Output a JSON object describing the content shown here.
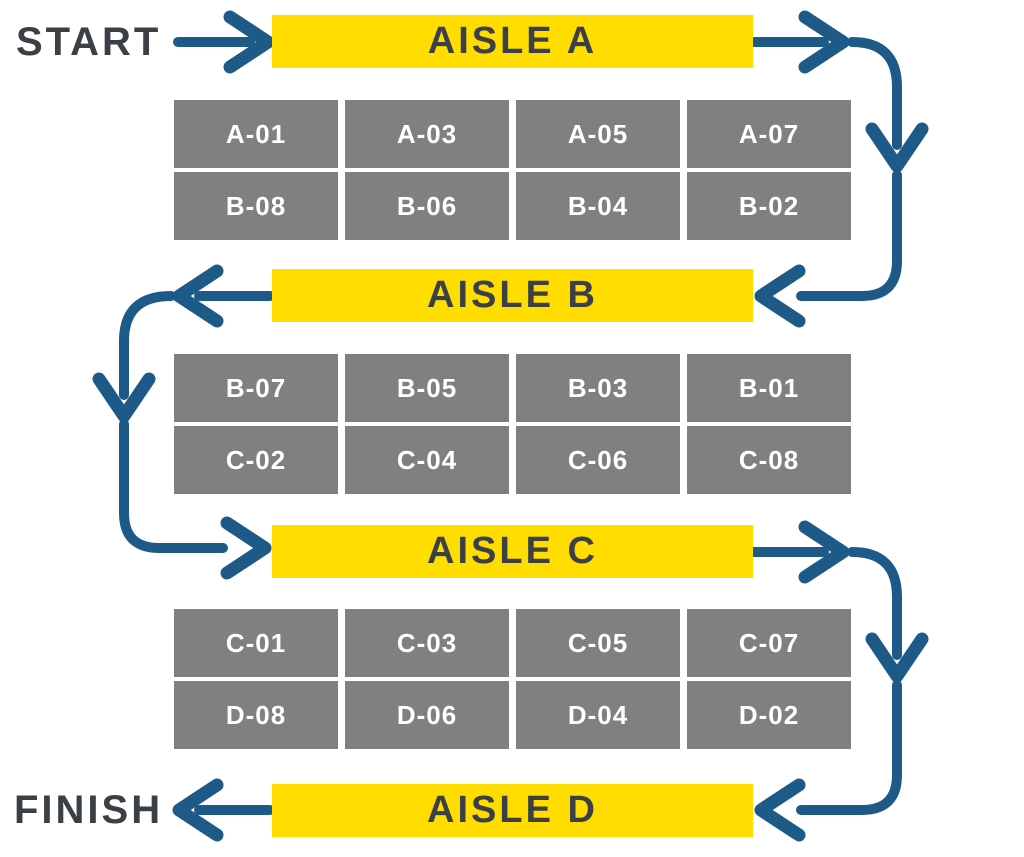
{
  "labels": {
    "start": "START",
    "finish": "FINISH"
  },
  "colors": {
    "accent_yellow": "#FFDD00",
    "arrow_blue": "#1E5A87",
    "shelf_gray": "#808080",
    "text_dark": "#3B4046",
    "shelf_text": "#FFFFFF",
    "page_bg": "#FFFFFF"
  },
  "aisles": [
    {
      "id": "A",
      "label": "AISLE A"
    },
    {
      "id": "B",
      "label": "AISLE B"
    },
    {
      "id": "C",
      "label": "AISLE C"
    },
    {
      "id": "D",
      "label": "AISLE D"
    }
  ],
  "shelf_rows": [
    {
      "cells": [
        "A-01",
        "A-03",
        "A-05",
        "A-07"
      ]
    },
    {
      "cells": [
        "B-08",
        "B-06",
        "B-04",
        "B-02"
      ]
    },
    {
      "cells": [
        "B-07",
        "B-05",
        "B-03",
        "B-01"
      ]
    },
    {
      "cells": [
        "C-02",
        "C-04",
        "C-06",
        "C-08"
      ]
    },
    {
      "cells": [
        "C-01",
        "C-03",
        "C-05",
        "C-07"
      ]
    },
    {
      "cells": [
        "D-08",
        "D-06",
        "D-04",
        "D-02"
      ]
    }
  ],
  "route": {
    "description": "Serpentine pick path: START -> AISLE A -> right/down -> AISLE B -> left/down -> AISLE C -> right/down -> AISLE D -> FINISH",
    "icons": [
      "right-arrow-icon",
      "down-arrow-icon",
      "left-arrow-icon"
    ]
  }
}
